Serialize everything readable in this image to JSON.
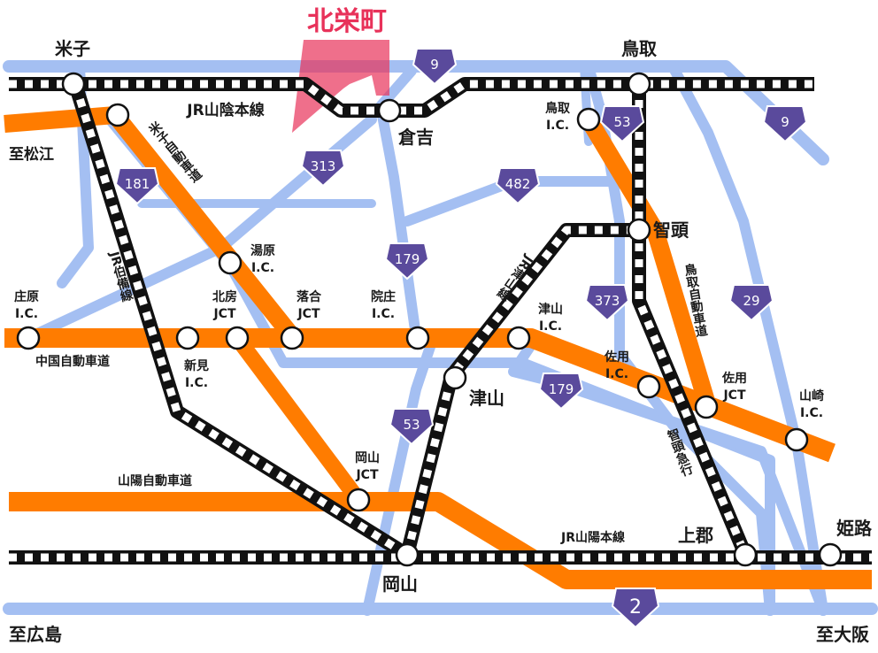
{
  "colors": {
    "road": "#a4bff2",
    "expressway": "#ff7c00",
    "rail": "#111111",
    "route_marker": "#5a4a9c",
    "highlight": "#e8325a"
  },
  "highlight_label": "北栄町",
  "stations": {
    "yonago": "米子",
    "tottori": "鳥取",
    "kurayoshi": "倉吉",
    "chizu": "智頭",
    "tsuyama": "津山",
    "okayama": "岡山",
    "kamigori": "上郡",
    "himeji": "姫路"
  },
  "lines": {
    "sanin": "JR山陰本線",
    "sanyo": "JR山陽本線",
    "hakubi": "JR伯備線",
    "tsuyama": "JR津山線",
    "chizu_kyuko": "智頭急行"
  },
  "expressways": {
    "yonago": "米子自動車道",
    "chugoku": "中国自動車道",
    "sanyo": "山陽自動車道",
    "tottori": "鳥取自動車道"
  },
  "interchanges": {
    "tottori_ic_1": "鳥取",
    "tottori_ic_2": "I.C.",
    "yubara_1": "湯原",
    "yubara_2": "I.C.",
    "hokubo_1": "北房",
    "hokubo_2": "JCT",
    "ochiai_1": "落合",
    "ochiai_2": "JCT",
    "innosho_1": "院庄",
    "innosho_2": "I.C.",
    "shobara_1": "庄原",
    "shobara_2": "I.C.",
    "niimi_1": "新見",
    "niimi_2": "I.C.",
    "tsuyama_ic_1": "津山",
    "tsuyama_ic_2": "I.C.",
    "sayo_ic_1": "佐用",
    "sayo_ic_2": "I.C.",
    "sayo_jct_1": "佐用",
    "sayo_jct_2": "JCT",
    "yamasaki_1": "山崎",
    "yamasaki_2": "I.C.",
    "okayama_jct_1": "岡山",
    "okayama_jct_2": "JCT"
  },
  "directions": {
    "matsue": "至松江",
    "hiroshima": "至広島",
    "osaka": "至大阪"
  },
  "routes": {
    "r9a": "9",
    "r9b": "9",
    "r53a": "53",
    "r53b": "53",
    "r313": "313",
    "r181": "181",
    "r482": "482",
    "r179a": "179",
    "r179b": "179",
    "r373": "373",
    "r29": "29",
    "r2": "2"
  }
}
